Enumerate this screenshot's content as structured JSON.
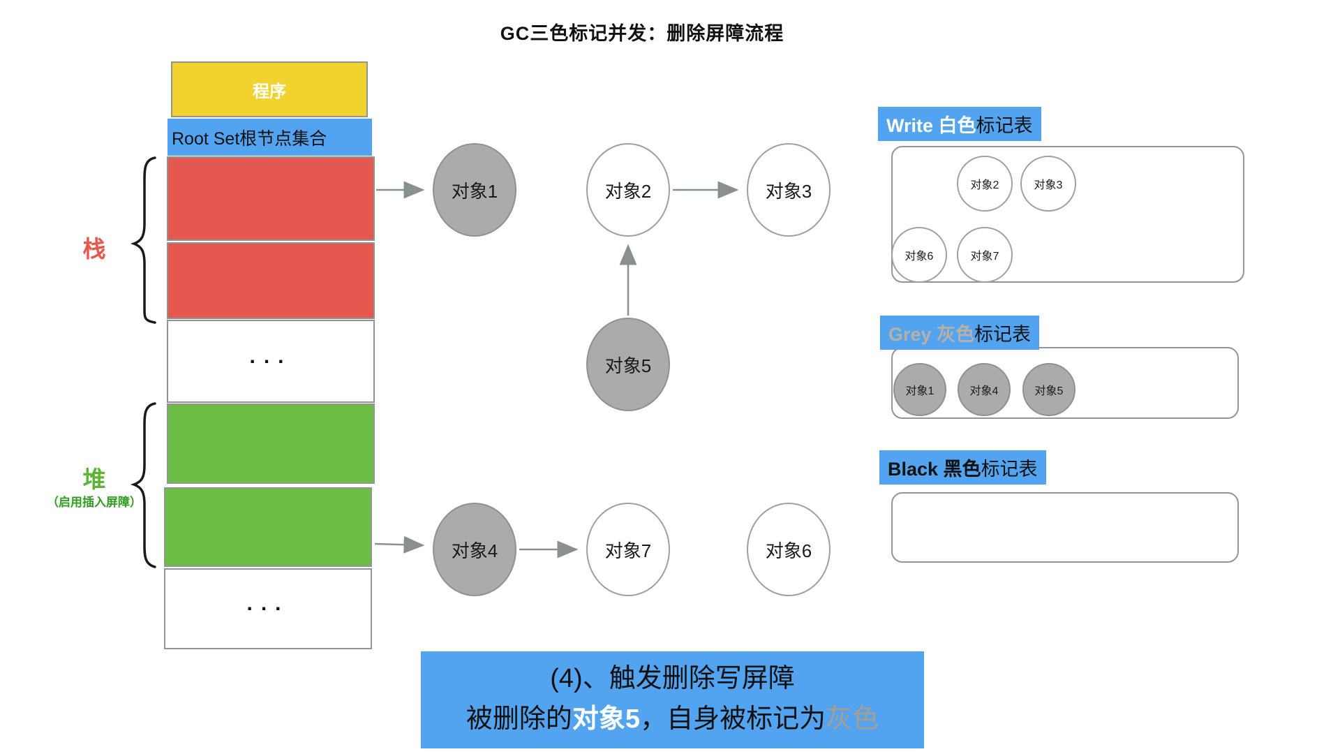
{
  "title": "GC三色标记并发：删除屏障流程",
  "memory": {
    "program": "程序",
    "root_set": "Root Set根节点集合",
    "stack_brace_label": "栈",
    "heap_brace_label": "堆",
    "heap_brace_note": "（启用插入屏障）",
    "ellipsis_top": "...",
    "ellipsis_bottom": "..."
  },
  "graph": {
    "nodes": [
      {
        "id": "obj1",
        "label": "对象1",
        "fill": "grey"
      },
      {
        "id": "obj2",
        "label": "对象2",
        "fill": "white"
      },
      {
        "id": "obj3",
        "label": "对象3",
        "fill": "white"
      },
      {
        "id": "obj5",
        "label": "对象5",
        "fill": "grey"
      },
      {
        "id": "obj4",
        "label": "对象4",
        "fill": "grey"
      },
      {
        "id": "obj7",
        "label": "对象7",
        "fill": "white"
      },
      {
        "id": "obj6",
        "label": "对象6",
        "fill": "white"
      }
    ],
    "edges": [
      {
        "from": "stack-frame-1",
        "to": "obj1"
      },
      {
        "from": "obj2",
        "to": "obj3"
      },
      {
        "from": "obj5",
        "to": "obj2"
      },
      {
        "from": "heap-block-2",
        "to": "obj4"
      },
      {
        "from": "obj4",
        "to": "obj7"
      }
    ]
  },
  "tables": {
    "white": {
      "title_highlight": "Write 白色",
      "title_suffix": "标记表",
      "items": [
        "对象2",
        "对象3",
        "对象6",
        "对象7"
      ]
    },
    "grey": {
      "title_highlight": "Grey 灰色",
      "title_suffix": "标记表",
      "items": [
        "对象1",
        "对象4",
        "对象5"
      ]
    },
    "black": {
      "title_highlight": "Black 黑色",
      "title_suffix": "标记表",
      "items": []
    }
  },
  "footer": {
    "line1": "(4)、触发删除写屏障",
    "line2_prefix": "被删除的",
    "line2_object": "对象5",
    "line2_middle": "，自身被标记为",
    "line2_status": "灰色"
  },
  "colors": {
    "accent_blue": "#53a4f0",
    "stack_red": "#e4584f",
    "heap_green": "#6cbf44",
    "program_yellow": "#f2d22e",
    "grey_object_fill": "#a9abad",
    "grey_label_text": "#b9b0a5",
    "footer_status_text": "#a89e90",
    "arrow_grey": "#8a8f92"
  }
}
